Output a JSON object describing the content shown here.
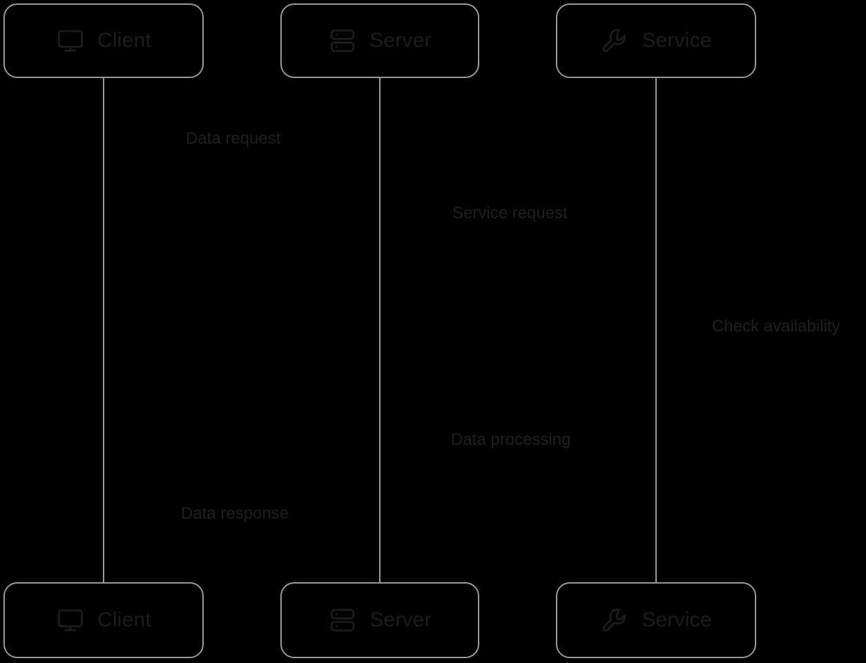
{
  "diagram": {
    "type": "sequence-diagram",
    "background_color": "#000000",
    "stroke_color": "#9a9a9a",
    "text_color": "#1f1f1f",
    "participants_top": [
      {
        "id": "client",
        "label": "Client",
        "icon": "monitor-icon"
      },
      {
        "id": "server",
        "label": "Server",
        "icon": "server-icon"
      },
      {
        "id": "service",
        "label": "Service",
        "icon": "wrench-icon"
      }
    ],
    "participants_bottom": [
      {
        "id": "client",
        "label": "Client",
        "icon": "monitor-icon"
      },
      {
        "id": "server",
        "label": "Server",
        "icon": "server-icon"
      },
      {
        "id": "service",
        "label": "Service",
        "icon": "wrench-icon"
      }
    ],
    "messages": [
      {
        "id": "data-request",
        "label": "Data request",
        "from": "client",
        "to": "server"
      },
      {
        "id": "service-request",
        "label": "Service request",
        "from": "server",
        "to": "service"
      },
      {
        "id": "check-availability",
        "label": "Check availability",
        "from": "service",
        "to": "service"
      },
      {
        "id": "data-processing",
        "label": "Data processing",
        "from": "service",
        "to": "server"
      },
      {
        "id": "data-response",
        "label": "Data response",
        "from": "server",
        "to": "client"
      }
    ]
  }
}
